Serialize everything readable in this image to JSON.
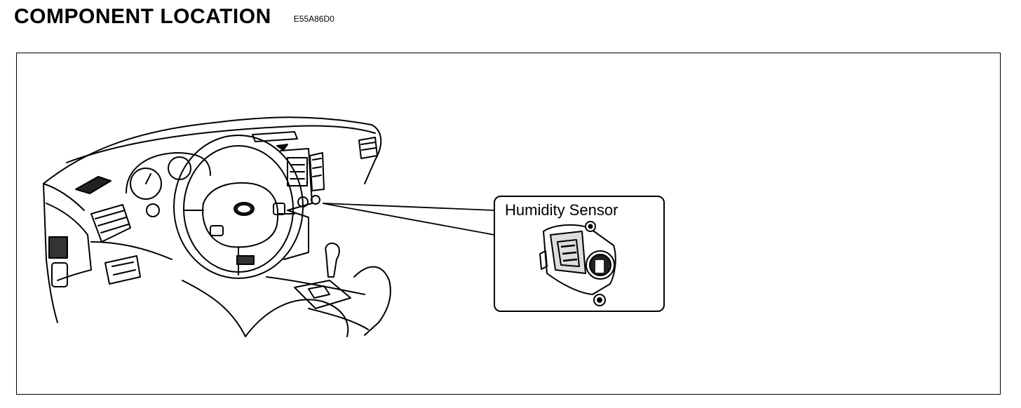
{
  "header": {
    "title": "COMPONENT LOCATION",
    "code": "E55A86D0"
  },
  "callout": {
    "label": "Humidity Sensor"
  },
  "icons": [
    "dashboard-illustration",
    "humidity-sensor-icon"
  ]
}
